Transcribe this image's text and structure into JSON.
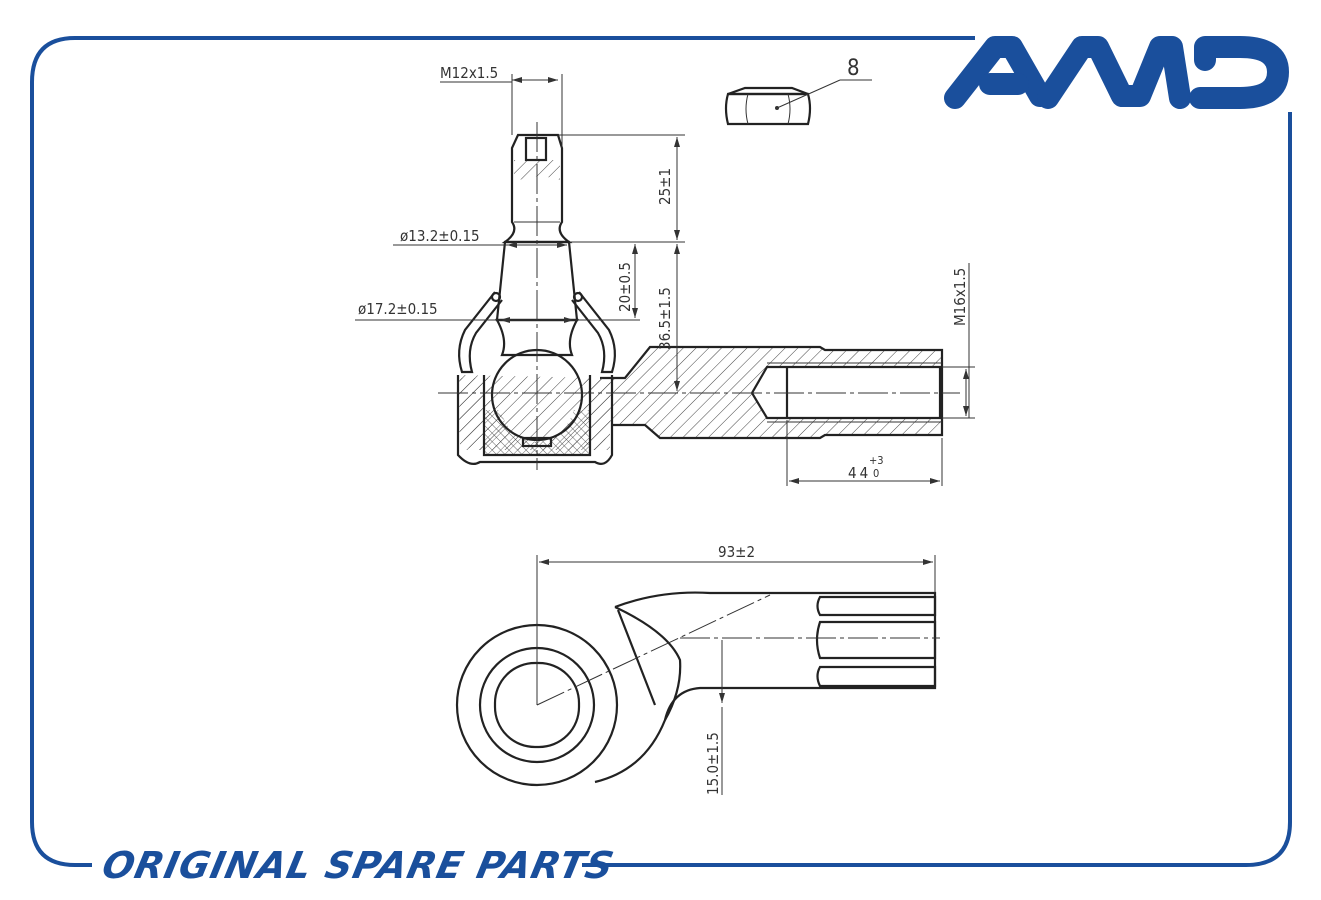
{
  "brand": {
    "logo_text": "AMD",
    "slogan": "ORIGINAL SPARE PARTS",
    "color": "#1a4f9c"
  },
  "drawing": {
    "part_callout": "8",
    "dimensions": {
      "stud_thread": "M12x1.5",
      "stud_length": "25±1",
      "diameter_small": "ø13.2±0.15",
      "taper_length": "20±0.5",
      "diameter_large": "ø17.2±0.15",
      "stud_height": "36.5±1.5",
      "inner_thread": "M16x1.5",
      "thread_depth": "44",
      "thread_depth_tol_upper": "+3",
      "thread_depth_tol_lower": "0",
      "overall_length": "93±2",
      "offset": "15.0±1.5"
    }
  }
}
